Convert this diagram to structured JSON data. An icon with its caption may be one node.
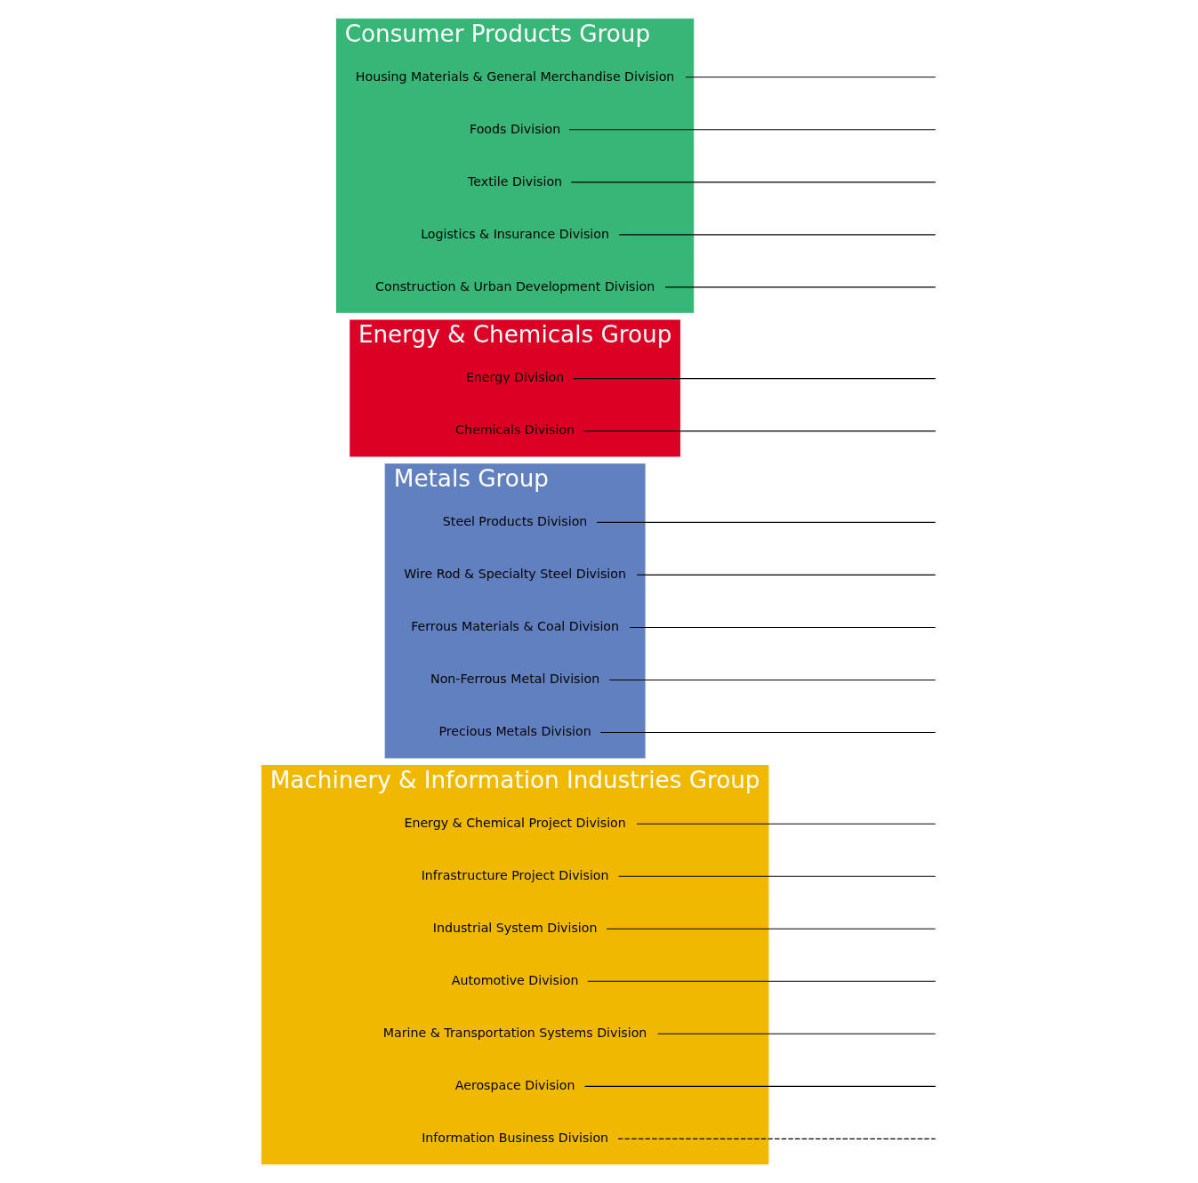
{
  "diagram": {
    "nodes": [
      {
        "text": [
          "Machinery & Information Industries Group"
        ]
      },
      {
        "text": [
          "Energy & Chemical Project Division"
        ],
        "in": 0
      },
      {
        "text": [
          "Infrastructure Project Division"
        ],
        "in": 0
      },
      {
        "text": [
          "Industrial System Division"
        ],
        "in": 0
      },
      {
        "text": [
          "Automotive Division"
        ],
        "in": 0
      },
      {
        "text": [
          "Marine & Transportation Systems Division"
        ],
        "in": 0
      },
      {
        "text": [
          "Aerospace Division"
        ],
        "in": 0
      },
      {
        "text": [
          "Information Business Division"
        ],
        "in": 0
      },
      {
        "text": [
          "Metals Group"
        ]
      },
      {
        "text": [
          "Steel Products Division"
        ],
        "in": 8
      },
      {
        "text": [
          "Wire Rod & Specialty Steel Division"
        ],
        "in": 8
      },
      {
        "text": [
          "Ferrous Materials & Coal Division"
        ],
        "in": 8
      },
      {
        "text": [
          "Non-Ferrous Metal Division"
        ],
        "in": 8
      },
      {
        "text": [
          "Precious Metals Division"
        ],
        "in": 8
      },
      {
        "text": [
          "Energy & Chemicals Group"
        ]
      },
      {
        "text": [
          "Energy Division"
        ],
        "in": 14
      },
      {
        "text": [
          "Chemicals Division"
        ],
        "in": 14
      },
      {
        "text": [
          "Consumer Products Group"
        ]
      },
      {
        "text": [
          "Housing Materials & General Merchandise Division"
        ],
        "in": 17
      },
      {
        "text": [
          "Foods Division"
        ],
        "in": 17
      },
      {
        "text": [
          "Textile Division"
        ],
        "in": 17
      },
      {
        "text": [
          "Logistics & Insurance Division"
        ],
        "in": 17
      },
      {
        "text": [
          "Construction & Urban Development Division"
        ],
        "in": 17
      }
    ],
    "edges": [
      {
        "from": 1,
        "to": null,
        "arrow": "none"
      },
      {
        "from": 2,
        "to": null,
        "arrow": "none"
      },
      {
        "from": 3,
        "to": null,
        "arrow": "none"
      },
      {
        "from": 4,
        "to": null,
        "arrow": "none"
      },
      {
        "from": 5,
        "to": null,
        "arrow": "none"
      },
      {
        "from": 6,
        "to": null,
        "arrow": "none"
      },
      {
        "from": 7,
        "to": null,
        "arrow": "none",
        "style": "dashed"
      },
      {
        "from": 9,
        "to": null,
        "arrow": "none"
      },
      {
        "from": 10,
        "to": null,
        "arrow": "none"
      },
      {
        "from": 11,
        "to": null,
        "arrow": "none"
      },
      {
        "from": 12,
        "to": null,
        "arrow": "none"
      },
      {
        "from": 13,
        "to": null,
        "arrow": "none"
      },
      {
        "from": 15,
        "to": null,
        "arrow": "none"
      },
      {
        "from": 16,
        "to": null,
        "arrow": "none"
      },
      {
        "from": 18,
        "to": null,
        "arrow": "none"
      },
      {
        "from": 19,
        "to": null,
        "arrow": "none"
      },
      {
        "from": 20,
        "to": null,
        "arrow": "none"
      },
      {
        "from": 21,
        "to": null,
        "arrow": "none"
      },
      {
        "from": 22,
        "to": null,
        "arrow": "none"
      }
    ]
  }
}
